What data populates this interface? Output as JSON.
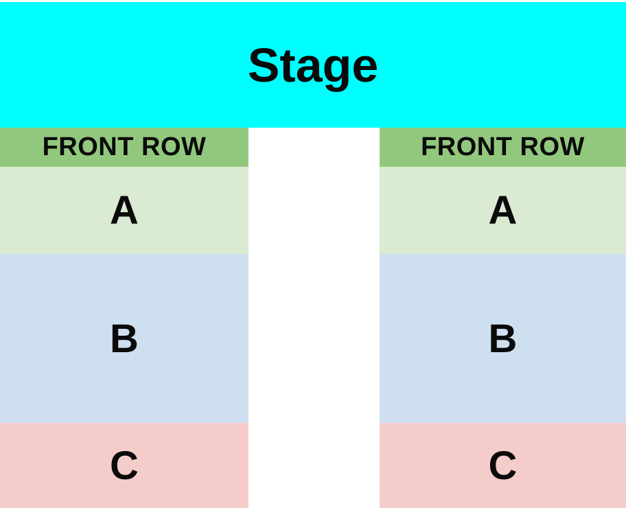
{
  "stage": {
    "label": "Stage"
  },
  "section_colors": {
    "stage": "#00FEFE",
    "front_row": "#92C87E",
    "a": "#DBEAD2",
    "b": "#CEE0F0",
    "c": "#F4CDCA"
  },
  "text_color": "#0a0a0a",
  "aisle_color": "#ffffff",
  "columns": [
    {
      "name": "left",
      "sections": [
        {
          "key": "front_row",
          "label": "FRONT ROW"
        },
        {
          "key": "a",
          "label": "A"
        },
        {
          "key": "b",
          "label": "B"
        },
        {
          "key": "c",
          "label": "C"
        }
      ]
    },
    {
      "name": "right",
      "sections": [
        {
          "key": "front_row",
          "label": "FRONT ROW"
        },
        {
          "key": "a",
          "label": "A"
        },
        {
          "key": "b",
          "label": "B"
        },
        {
          "key": "c",
          "label": "C"
        }
      ]
    }
  ]
}
